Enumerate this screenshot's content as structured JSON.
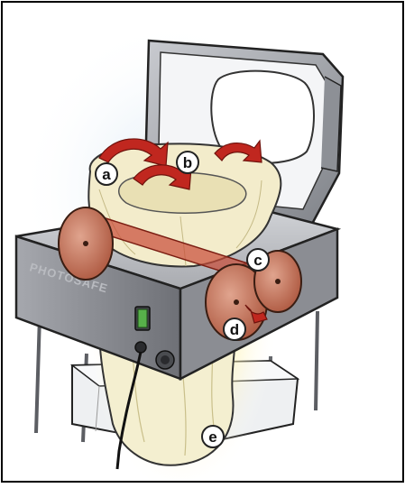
{
  "diagram": {
    "brand": "PHOTOSAFE",
    "labels": [
      {
        "id": "a",
        "text": "a"
      },
      {
        "id": "b",
        "text": "b"
      },
      {
        "id": "c",
        "text": "c"
      },
      {
        "id": "d",
        "text": "d"
      },
      {
        "id": "e",
        "text": "e"
      }
    ],
    "colors": {
      "frame_border": "#000000",
      "device_body": "#8d8f95",
      "device_top": "#c4c6cb",
      "lid": "#9fa2a8",
      "roller": "#c8785f",
      "heater_bar": "#b5402f",
      "arrow": "#c0271f",
      "bag": "#f2eccb",
      "glow": "#fdf3b0",
      "tray": "#eef0f2",
      "stand": "#7a7c82"
    },
    "icons": [
      "power-switch-icon",
      "knob-icon",
      "cable-icon"
    ]
  }
}
